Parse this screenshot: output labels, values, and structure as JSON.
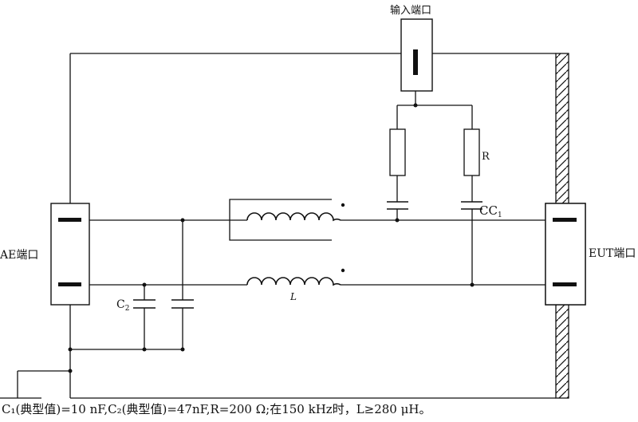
{
  "diagram": {
    "labels": {
      "input_port": "输入端口",
      "ae_port": "AE端口",
      "eut_port": "EUT端口",
      "resistor": "R",
      "cc1_prefix": "CC",
      "cc1_sub": "1",
      "c2_prefix": "C",
      "c2_sub": "2",
      "inductor": "L"
    },
    "caption": "C₁(典型值)=10 nF,C₂(典型值)=47nF,R=200 Ω;在150 kHz时，L≥280 μH。"
  },
  "colors": {
    "line": "#111111",
    "background": "#ffffff"
  }
}
